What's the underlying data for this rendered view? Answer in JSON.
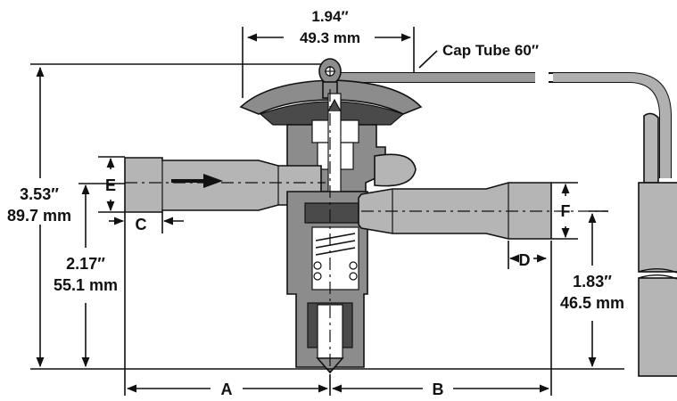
{
  "labels": {
    "top_width_in": "1.94″",
    "top_width_mm": "49.3 mm",
    "cap_tube": "Cap Tube 60″",
    "height_total_in": "3.53″",
    "height_total_mm": "89.7 mm",
    "inlet_height_in": "2.17″",
    "inlet_height_mm": "55.1 mm",
    "outlet_height_in": "1.83″",
    "outlet_height_mm": "46.5 mm",
    "A": "A",
    "B": "B",
    "C": "C",
    "D": "D",
    "E": "E",
    "F": "F"
  },
  "colors": {
    "metal": "#8c8c8c",
    "pipe": "#b5b5b5",
    "line": "#111111"
  }
}
